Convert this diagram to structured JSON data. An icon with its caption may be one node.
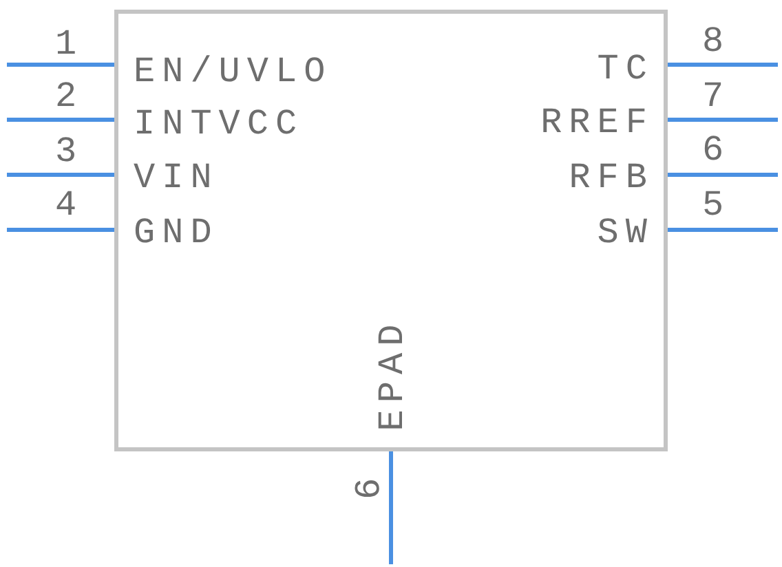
{
  "diagram": {
    "nodes": [
      {
        "text": [
          "EN/UVLO",
          "TC",
          "INTVCC",
          "RREF",
          "VIN",
          "RFB",
          "GND",
          "SW",
          "EPAD"
        ]
      }
    ],
    "labels": [
      "1",
      "8",
      "2",
      "7",
      "3",
      "6",
      "4",
      "5",
      "9"
    ]
  }
}
